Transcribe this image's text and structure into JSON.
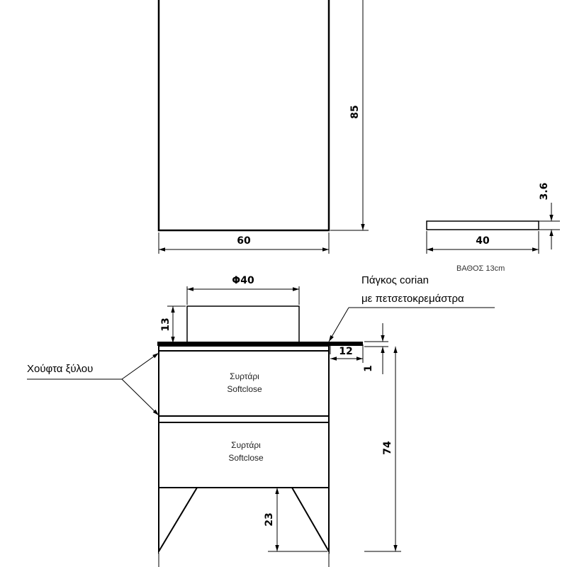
{
  "dimensions": {
    "mirror_height": "85",
    "mirror_width": "60",
    "top_thickness": "3.6",
    "top_width": "40",
    "basin_diameter": "Φ40",
    "basin_height": "13",
    "overhang": "12",
    "top_gap": "1",
    "cabinet_height": "74",
    "leg_height": "23"
  },
  "labels": {
    "depth": "ΒΑΘΟΣ 13cm",
    "countertop_line1": "Πάγκος corian",
    "countertop_line2": "με πετσετοκρεμάστρα",
    "handle": "Χούφτα ξύλου",
    "drawer_word": "Συρτάρι",
    "drawer_type": "Softclose"
  }
}
